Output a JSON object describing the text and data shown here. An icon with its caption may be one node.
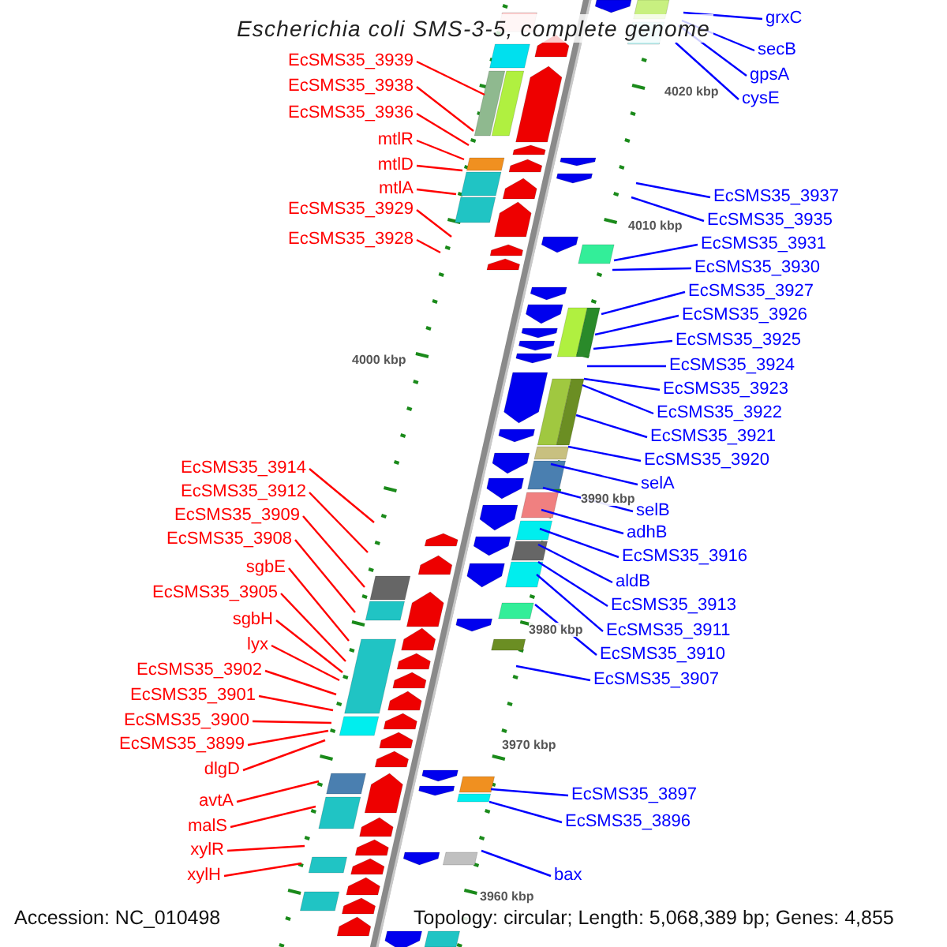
{
  "diagram": {
    "title": "Escherichia coli SMS-3-5, complete genome",
    "nodes": [
      {
        "text": [
          "EcSMS35_3939"
        ]
      },
      {
        "text": [
          "EcSMS35_3938"
        ]
      },
      {
        "text": [
          "EcSMS35_3936"
        ]
      },
      {
        "text": [
          "mtlR"
        ]
      },
      {
        "text": [
          "mtlD"
        ]
      },
      {
        "text": [
          "mtlA"
        ]
      },
      {
        "text": [
          "EcSMS35_3929"
        ]
      },
      {
        "text": [
          "EcSMS35_3928"
        ]
      },
      {
        "text": [
          "EcSMS35_3914"
        ]
      },
      {
        "text": [
          "EcSMS35_3912"
        ]
      },
      {
        "text": [
          "EcSMS35_3909"
        ]
      },
      {
        "text": [
          "EcSMS35_3908"
        ]
      },
      {
        "text": [
          "sgbE"
        ]
      },
      {
        "text": [
          "EcSMS35_3905"
        ]
      },
      {
        "text": [
          "sgbH"
        ]
      },
      {
        "text": [
          "lyx"
        ]
      },
      {
        "text": [
          "EcSMS35_3902"
        ]
      },
      {
        "text": [
          "EcSMS35_3901"
        ]
      },
      {
        "text": [
          "EcSMS35_3900"
        ]
      },
      {
        "text": [
          "EcSMS35_3899"
        ]
      },
      {
        "text": [
          "dlgD"
        ]
      },
      {
        "text": [
          "avtA"
        ]
      },
      {
        "text": [
          "malS"
        ]
      },
      {
        "text": [
          "xylR"
        ]
      },
      {
        "text": [
          "xylH"
        ]
      },
      {
        "text": [
          "grxC"
        ]
      },
      {
        "text": [
          "secB"
        ]
      },
      {
        "text": [
          "gpsA"
        ]
      },
      {
        "text": [
          "cysE"
        ]
      },
      {
        "text": [
          "EcSMS35_3937"
        ]
      },
      {
        "text": [
          "EcSMS35_3935"
        ]
      },
      {
        "text": [
          "EcSMS35_3931"
        ]
      },
      {
        "text": [
          "EcSMS35_3930"
        ]
      },
      {
        "text": [
          "EcSMS35_3927"
        ]
      },
      {
        "text": [
          "EcSMS35_3926"
        ]
      },
      {
        "text": [
          "EcSMS35_3925"
        ]
      },
      {
        "text": [
          "EcSMS35_3924"
        ]
      },
      {
        "text": [
          "EcSMS35_3923"
        ]
      },
      {
        "text": [
          "EcSMS35_3922"
        ]
      },
      {
        "text": [
          "EcSMS35_3921"
        ]
      },
      {
        "text": [
          "EcSMS35_3920"
        ]
      },
      {
        "text": [
          "selA"
        ]
      },
      {
        "text": [
          "selB"
        ]
      },
      {
        "text": [
          "adhB"
        ]
      },
      {
        "text": [
          "EcSMS35_3916"
        ]
      },
      {
        "text": [
          "aldB"
        ]
      },
      {
        "text": [
          "EcSMS35_3913"
        ]
      },
      {
        "text": [
          "EcSMS35_3911"
        ]
      },
      {
        "text": [
          "EcSMS35_3910"
        ]
      },
      {
        "text": [
          "EcSMS35_3907"
        ]
      },
      {
        "text": [
          "EcSMS35_3897"
        ]
      },
      {
        "text": [
          "EcSMS35_3896"
        ]
      },
      {
        "text": [
          "bax"
        ]
      }
    ],
    "edges": [
      {
        "from": 0,
        "to": null,
        "arrow": "none",
        "color": "#ff0000"
      },
      {
        "from": 1,
        "to": null,
        "arrow": "none",
        "color": "#ff0000"
      },
      {
        "from": 2,
        "to": null,
        "arrow": "none",
        "color": "#ff0000"
      },
      {
        "from": 3,
        "to": null,
        "arrow": "none",
        "color": "#ff0000"
      },
      {
        "from": 4,
        "to": null,
        "arrow": "none",
        "color": "#ff0000"
      },
      {
        "from": 5,
        "to": null,
        "arrow": "none",
        "color": "#ff0000"
      },
      {
        "from": 6,
        "to": null,
        "arrow": "none",
        "color": "#ff0000"
      },
      {
        "from": 7,
        "to": null,
        "arrow": "none",
        "color": "#ff0000"
      },
      {
        "from": 8,
        "to": null,
        "arrow": "none",
        "color": "#ff0000"
      },
      {
        "from": 9,
        "to": null,
        "arrow": "none",
        "color": "#ff0000"
      },
      {
        "from": 10,
        "to": null,
        "arrow": "none",
        "color": "#ff0000"
      },
      {
        "from": 11,
        "to": null,
        "arrow": "none",
        "color": "#ff0000"
      },
      {
        "from": 12,
        "to": null,
        "arrow": "none",
        "color": "#ff0000"
      },
      {
        "from": 13,
        "to": null,
        "arrow": "none",
        "color": "#ff0000"
      },
      {
        "from": 14,
        "to": null,
        "arrow": "none",
        "color": "#ff0000"
      },
      {
        "from": 15,
        "to": null,
        "arrow": "none",
        "color": "#ff0000"
      },
      {
        "from": 16,
        "to": null,
        "arrow": "none",
        "color": "#ff0000"
      },
      {
        "from": 17,
        "to": null,
        "arrow": "none",
        "color": "#ff0000"
      },
      {
        "from": 18,
        "to": null,
        "arrow": "none",
        "color": "#ff0000"
      },
      {
        "from": 19,
        "to": null,
        "arrow": "none",
        "color": "#ff0000"
      },
      {
        "from": 20,
        "to": null,
        "arrow": "none",
        "color": "#ff0000"
      },
      {
        "from": 21,
        "to": null,
        "arrow": "none",
        "color": "#ff0000"
      },
      {
        "from": 22,
        "to": null,
        "arrow": "none",
        "color": "#ff0000"
      },
      {
        "from": 23,
        "to": null,
        "arrow": "none",
        "color": "#ff0000"
      },
      {
        "from": 24,
        "to": null,
        "arrow": "none",
        "color": "#ff0000"
      },
      {
        "from": 25,
        "to": null,
        "arrow": "none"
      },
      {
        "from": 26,
        "to": null,
        "arrow": "none"
      },
      {
        "from": 27,
        "to": null,
        "arrow": "none"
      },
      {
        "from": 28,
        "to": null,
        "arrow": "none"
      },
      {
        "from": 29,
        "to": null,
        "arrow": "none"
      },
      {
        "from": 30,
        "to": null,
        "arrow": "none"
      },
      {
        "from": 31,
        "to": null,
        "arrow": "none"
      },
      {
        "from": 32,
        "to": null,
        "arrow": "none"
      },
      {
        "from": 33,
        "to": null,
        "arrow": "none"
      },
      {
        "from": 34,
        "to": null,
        "arrow": "none"
      },
      {
        "from": 35,
        "to": null,
        "arrow": "none"
      },
      {
        "from": 36,
        "to": null,
        "arrow": "none"
      },
      {
        "from": 37,
        "to": null,
        "arrow": "none"
      },
      {
        "from": 38,
        "to": null,
        "arrow": "none"
      },
      {
        "from": 39,
        "to": null,
        "arrow": "none"
      },
      {
        "from": 40,
        "to": null,
        "arrow": "none"
      },
      {
        "from": 41,
        "to": null,
        "arrow": "none"
      },
      {
        "from": 42,
        "to": null,
        "arrow": "none"
      },
      {
        "from": 43,
        "to": null,
        "arrow": "none"
      },
      {
        "from": 44,
        "to": null,
        "arrow": "none"
      },
      {
        "from": 45,
        "to": null,
        "arrow": "none"
      },
      {
        "from": 46,
        "to": null,
        "arrow": "none"
      },
      {
        "from": 47,
        "to": null,
        "arrow": "none"
      },
      {
        "from": 48,
        "to": null,
        "arrow": "none"
      },
      {
        "from": 49,
        "to": null,
        "arrow": "none"
      },
      {
        "from": 50,
        "to": null,
        "arrow": "none"
      },
      {
        "from": 51,
        "to": null,
        "arrow": "none"
      },
      {
        "from": 52,
        "to": null,
        "arrow": "none"
      }
    ],
    "labels": [
      "4020 kbp",
      "4010 kbp",
      "4000 kbp",
      "3990 kbp",
      "3980 kbp",
      "3970 kbp",
      "3960 kbp",
      "Accession: NC_010498",
      "Topology: circular; Length: 5,068,389 bp; Genes: 4,855"
    ]
  }
}
